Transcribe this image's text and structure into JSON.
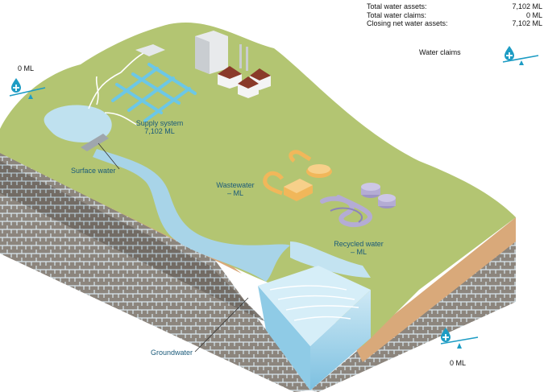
{
  "summary": {
    "rows": [
      {
        "label": "Total water assets:",
        "value": "7,102 ML"
      },
      {
        "label": "Total water claims:",
        "value": "0 ML"
      },
      {
        "label": "Closing net water assets:",
        "value": "7,102 ML"
      }
    ]
  },
  "labels": {
    "water_claims": "Water claims",
    "left_balance_value": "0 ML",
    "bottom_balance_value": "0 ML",
    "supply_system": "Supply system",
    "supply_system_value": "7,102 ML",
    "surface_water": "Surface water",
    "wastewater": "Wastewater",
    "wastewater_value": "– ML",
    "recycled_water": "Recycled water",
    "recycled_water_value": "– ML",
    "groundwater": "Groundwater"
  },
  "colors": {
    "grass": "#b3c572",
    "water": "#a8d4e8",
    "accent": "#1d9cc4",
    "pipe": "#f1b75a",
    "recycle_pipe": "#b4acd4"
  },
  "icons": [
    "water-drop-plus-icon",
    "balance-scale-icon",
    "factory-icon",
    "house-icon"
  ]
}
